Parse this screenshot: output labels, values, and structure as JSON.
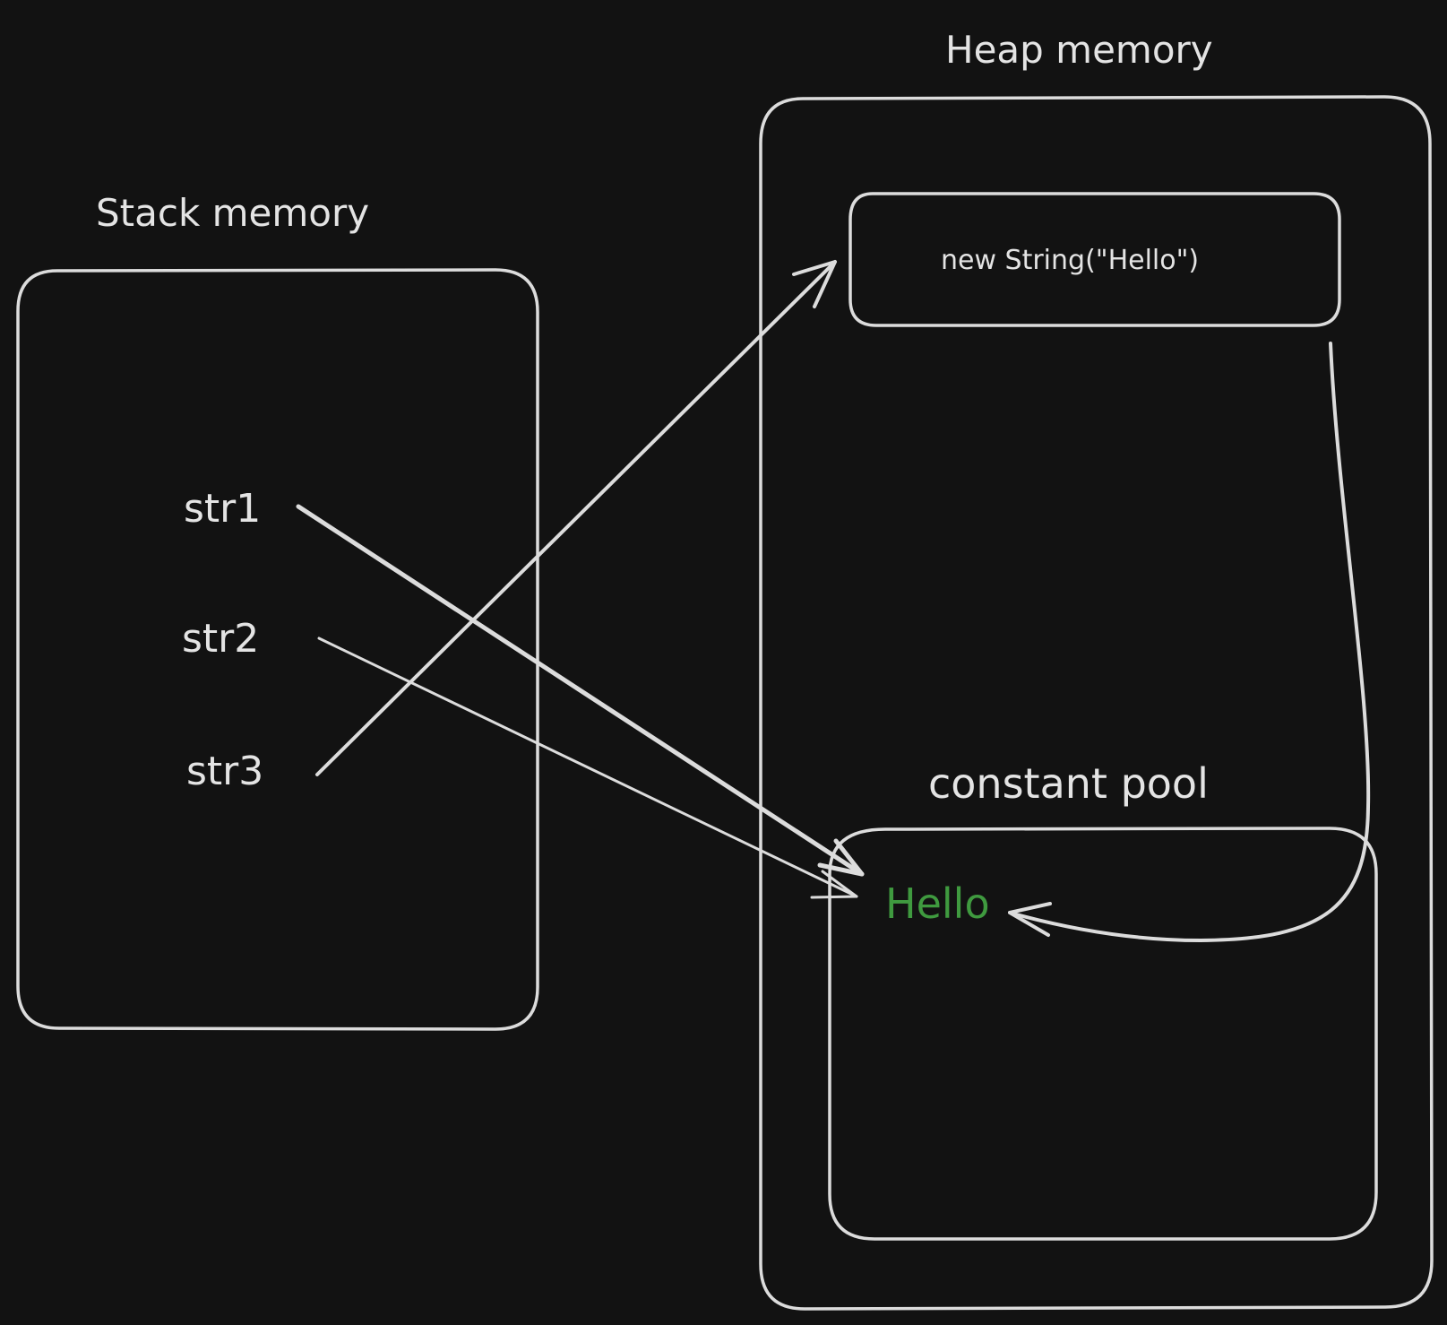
{
  "diagram": {
    "stack": {
      "title": "Stack memory",
      "variables": [
        "str1",
        "str2",
        "str3"
      ]
    },
    "heap": {
      "title": "Heap memory",
      "object_label": "new String(\"Hello\")",
      "pool": {
        "title": "constant pool",
        "value": "Hello"
      }
    },
    "colors": {
      "background": "#121212",
      "stroke": "#dcdcdc",
      "text": "#e4e4e4",
      "highlight": "#3f9a3f"
    }
  }
}
